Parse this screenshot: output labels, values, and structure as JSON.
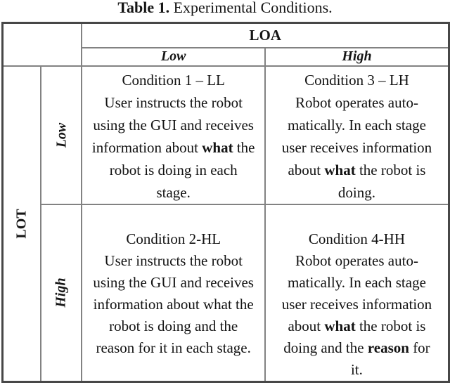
{
  "caption": {
    "bold": "Table 1.",
    "rest": " Experimental Conditions."
  },
  "table": {
    "column_group_label": "LOA",
    "column_headers": [
      "Low",
      "High"
    ],
    "row_group_label": "LOT",
    "row_headers": [
      "Low",
      "High"
    ],
    "cells": {
      "condition_1_ll": {
        "rich": [
          {
            "t": "Condition 1 – LL\nUser instructs the robot\nusing the GUI and receives\ninformation about "
          },
          {
            "t": "what",
            "b": true
          },
          {
            "t": " the\nrobot is doing in each\nstage."
          }
        ]
      },
      "condition_3_lh": {
        "rich": [
          {
            "t": "Condition 3 – LH\nRobot operates auto-\nmatically. In each stage\nuser receives information\nabout "
          },
          {
            "t": "what",
            "b": true
          },
          {
            "t": " the robot is\ndoing."
          }
        ]
      },
      "condition_2_hl": {
        "rich": [
          {
            "t": "Condition 2-HL\nUser instructs the robot\nusing the GUI and receives\ninformation about what the\nrobot is doing and the\nreason for it in each stage."
          }
        ]
      },
      "condition_4_hh": {
        "rich": [
          {
            "t": "Condition 4-HH\nRobot operates auto-\nmatically. In each stage\nuser receives information\nabout "
          },
          {
            "t": "what",
            "b": true
          },
          {
            "t": " the robot is\ndoing and the "
          },
          {
            "t": "reason",
            "b": true
          },
          {
            "t": " for\nit."
          }
        ]
      }
    },
    "colors": {
      "outer_border": "#474747",
      "inner_border": "#828282",
      "text": "#131313",
      "background": "#ffffff"
    }
  }
}
